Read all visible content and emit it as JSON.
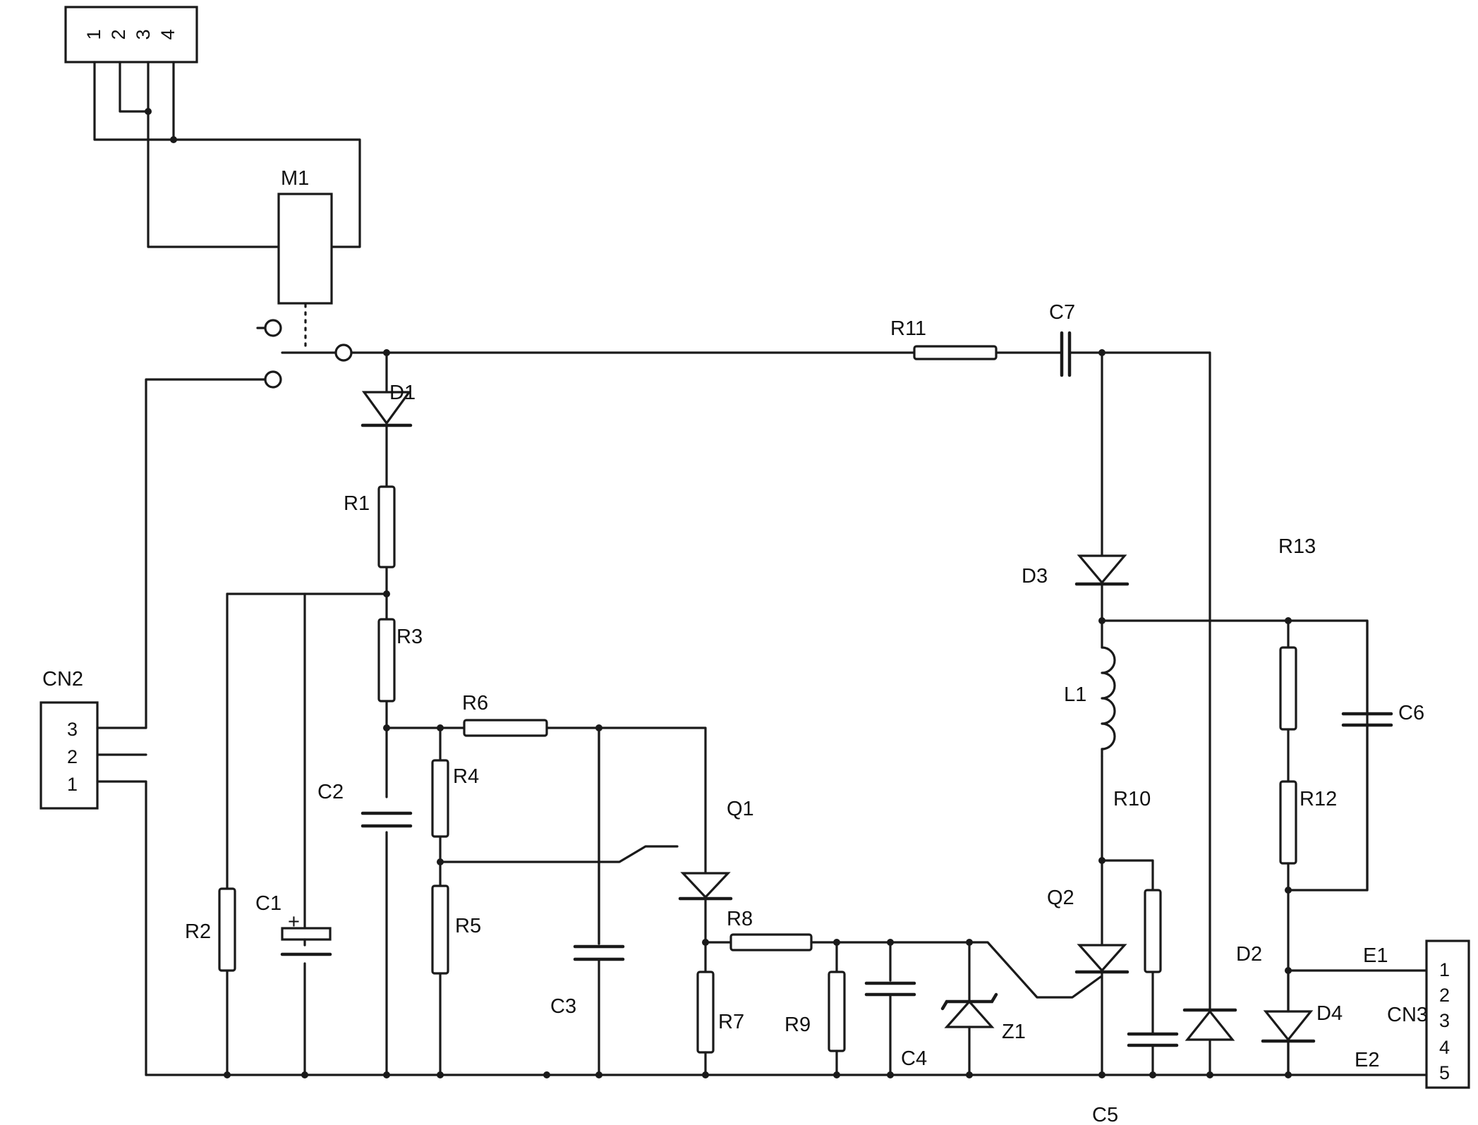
{
  "labels": {
    "m1": "M1",
    "cn2": "CN2",
    "cn3": "CN3",
    "d1": "D1",
    "d2": "D2",
    "d3": "D3",
    "d4": "D4",
    "r1": "R1",
    "r2": "R2",
    "r3": "R3",
    "r4": "R4",
    "r5": "R5",
    "r6": "R6",
    "r7": "R7",
    "r8": "R8",
    "r9": "R9",
    "r10": "R10",
    "r11": "R11",
    "r12": "R12",
    "r13": "R13",
    "c1": "C1",
    "c2": "C2",
    "c3": "C3",
    "c4": "C4",
    "c5": "C5",
    "c6": "C6",
    "c7": "C7",
    "l1": "L1",
    "q1": "Q1",
    "q2": "Q2",
    "z1": "Z1",
    "e1": "E1",
    "e2": "E2",
    "plus": "+"
  },
  "connectors": {
    "top_pins": [
      "1",
      "2",
      "3",
      "4"
    ],
    "cn2_pins": [
      "3",
      "2",
      "1"
    ],
    "cn3_pins": [
      "1",
      "2",
      "3",
      "4",
      "5"
    ]
  }
}
